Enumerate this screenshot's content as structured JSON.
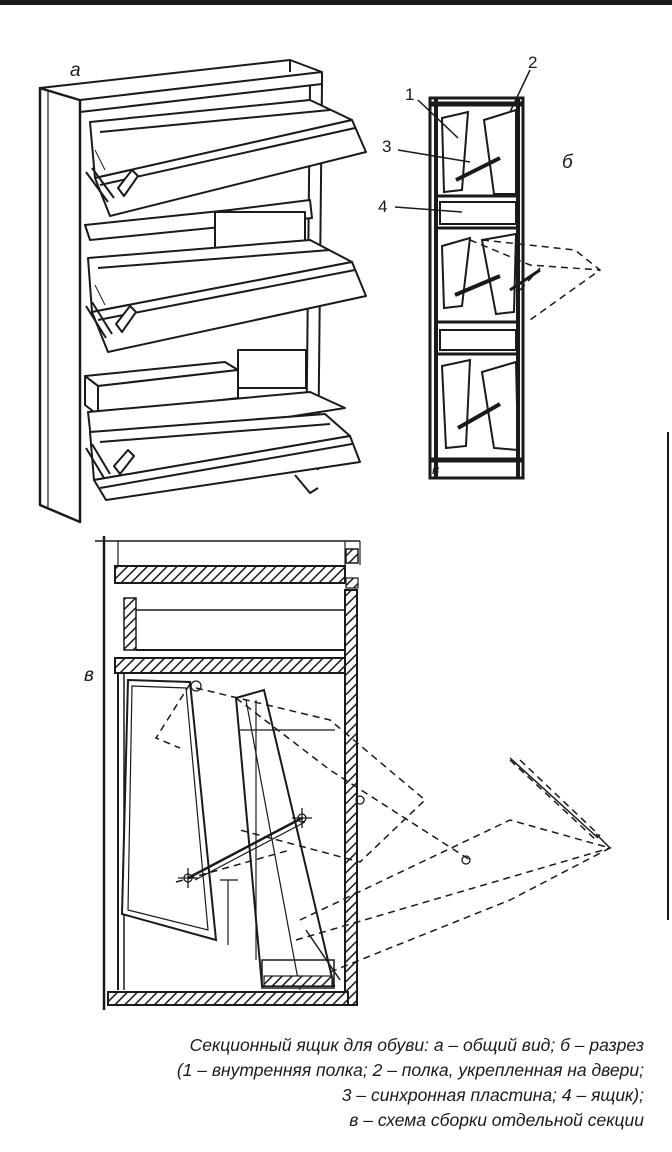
{
  "labels": {
    "view_a": "а",
    "view_b": "б",
    "view_v_small": "в",
    "view_v": "в"
  },
  "callouts": [
    "1",
    "2",
    "3",
    "4"
  ],
  "caption": {
    "line1": "Секционный ящик для обуви: а – общий вид; б – разрез",
    "line2": "(1 – внутренняя полка; 2 –  полка, укрепленная на двери;",
    "line3": "3 – синхронная пластина; 4 – ящик);",
    "line4": "в – схема сборки отдельной секции"
  },
  "colors": {
    "ink": "#1a1a1a",
    "paper": "#ffffff"
  }
}
